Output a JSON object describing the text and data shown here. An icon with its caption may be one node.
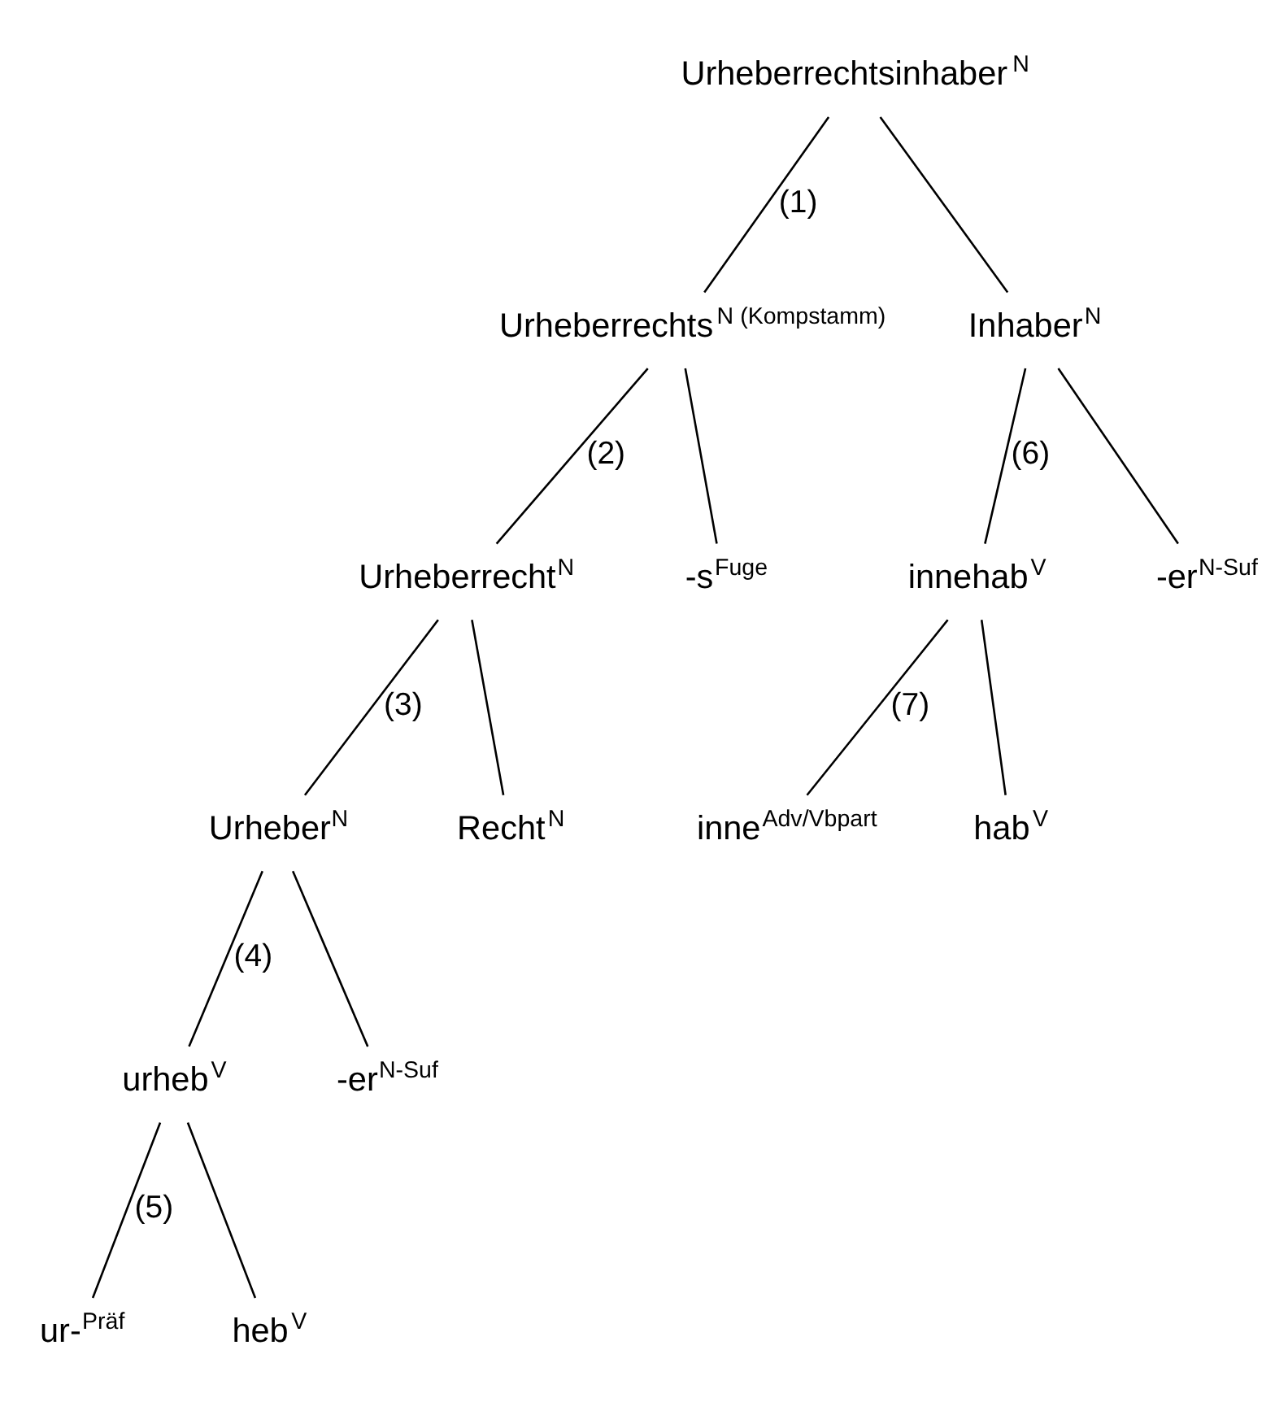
{
  "diagram": {
    "nodes": [
      {
        "text": [
          "Urheberrechtsinhaber$^{N}$"
        ]
      },
      {
        "text": [
          "Urheberrechts$^{N (Kompstamm)}$"
        ]
      },
      {
        "text": [
          "Inhaber$^{N}$"
        ]
      },
      {
        "text": [
          "Urheberrecht$^{N}$"
        ]
      },
      {
        "text": [
          "-s$^{Fuge}$"
        ]
      },
      {
        "text": [
          "innehab$^{V}$"
        ]
      },
      {
        "text": [
          "-er$^{N-Suf}$"
        ]
      },
      {
        "text": [
          "Urheber$^{N}$"
        ]
      },
      {
        "text": [
          "Recht$^{N}$"
        ]
      },
      {
        "text": [
          "inne$^{Adv/Vbpart}$"
        ]
      },
      {
        "text": [
          "hab$^{V}$"
        ]
      },
      {
        "text": [
          "urheb$^{V}$"
        ]
      },
      {
        "text": [
          "-er$^{N-Suf}$"
        ]
      },
      {
        "text": [
          "ur-$^{Präf}$"
        ]
      },
      {
        "text": [
          "heb$^{V}$"
        ]
      }
    ],
    "edges": [
      {
        "from": 0,
        "to": 1,
        "arrow": "none",
        "label": "(1)"
      },
      {
        "from": 0,
        "to": 2,
        "arrow": "none"
      },
      {
        "from": 1,
        "to": 3,
        "arrow": "none",
        "label": "(2)"
      },
      {
        "from": 1,
        "to": 4,
        "arrow": "none"
      },
      {
        "from": 2,
        "to": 5,
        "arrow": "none",
        "label": "(6)"
      },
      {
        "from": 2,
        "to": 6,
        "arrow": "none"
      },
      {
        "from": 3,
        "to": 7,
        "arrow": "none",
        "label": "(3)"
      },
      {
        "from": 3,
        "to": 8,
        "arrow": "none"
      },
      {
        "from": 5,
        "to": 9,
        "arrow": "none",
        "label": "(7)"
      },
      {
        "from": 5,
        "to": 10,
        "arrow": "none"
      },
      {
        "from": 7,
        "to": 11,
        "arrow": "none",
        "label": "(4)"
      },
      {
        "from": 7,
        "to": 12,
        "arrow": "none"
      },
      {
        "from": 11,
        "to": 13,
        "arrow": "none",
        "label": "(5)"
      },
      {
        "from": 11,
        "to": 14,
        "arrow": "none"
      }
    ]
  }
}
